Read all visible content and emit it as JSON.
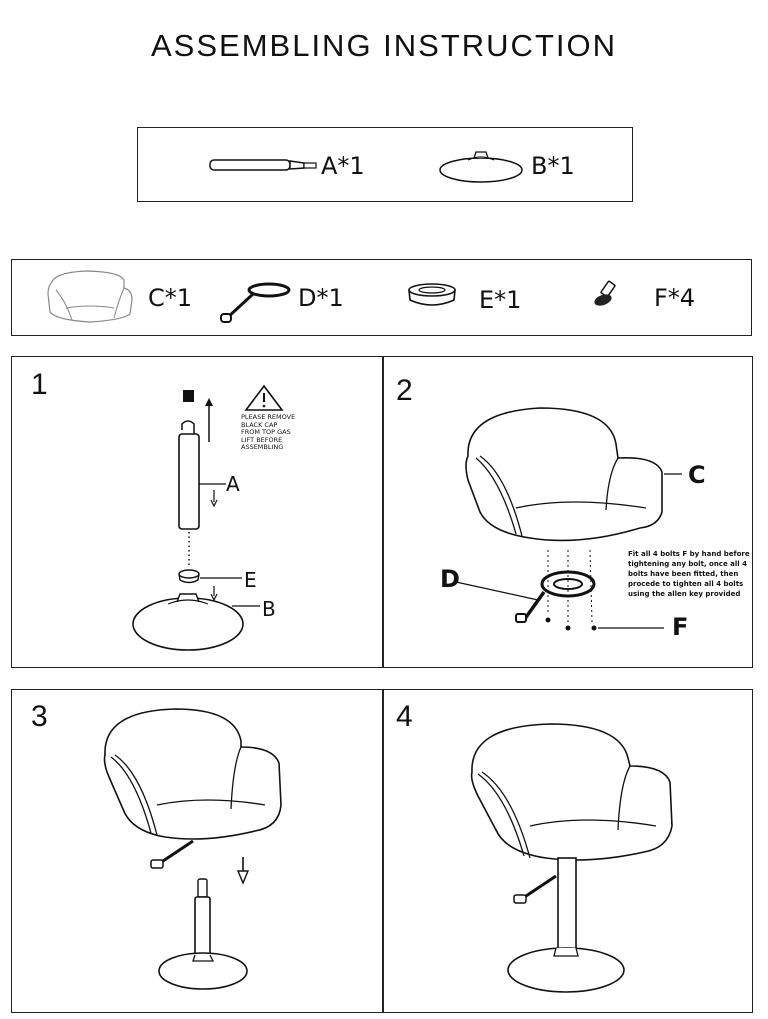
{
  "title": "ASSEMBLING INSTRUCTION",
  "parts_top": [
    {
      "icon": "gas-lift-icon",
      "label": "A*1"
    },
    {
      "icon": "base-plate-icon",
      "label": "B*1"
    }
  ],
  "parts_bottom": [
    {
      "icon": "chair-seat-icon",
      "label": "C*1"
    },
    {
      "icon": "lever-icon",
      "label": "D*1"
    },
    {
      "icon": "ring-cap-icon",
      "label": "E*1"
    },
    {
      "icon": "bolt-icon",
      "label": "F*4"
    }
  ],
  "steps": [
    {
      "number": "1",
      "warning": "PLEASE REMOVE\nBLACK CAP\nFROM TOP GAS\nLIFT BEFORE\nASSEMBLING",
      "callouts": [
        "A",
        "E",
        "B"
      ]
    },
    {
      "number": "2",
      "note": "Fit all 4 bolts F by hand before\ntightening any bolt, once all 4\nbolts have been fitted, then\nprocede to tighten all 4 bolts\nusing the allen key provided",
      "callouts": [
        "C",
        "D",
        "F"
      ]
    },
    {
      "number": "3"
    },
    {
      "number": "4"
    }
  ]
}
